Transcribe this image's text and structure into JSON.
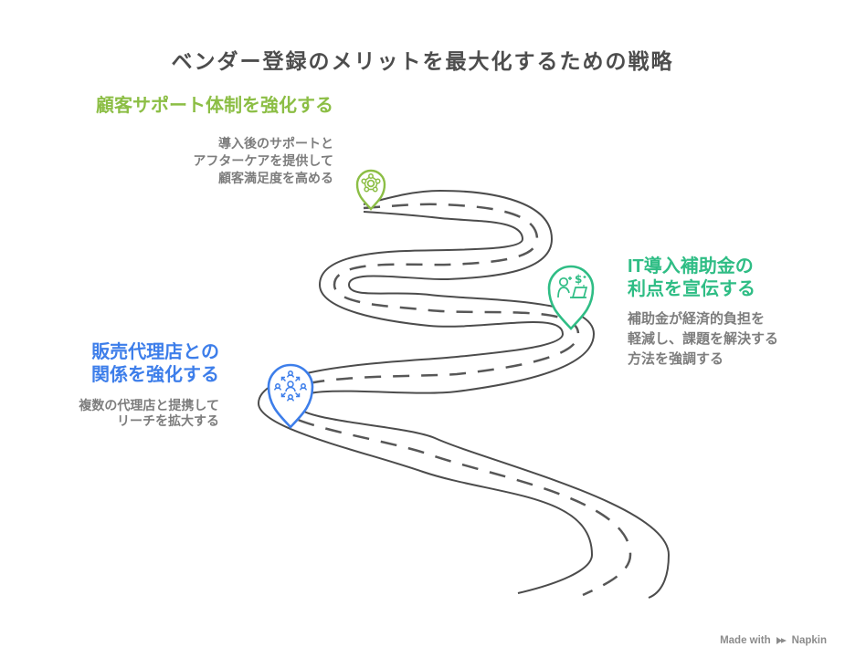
{
  "title": "ベンダー登録のメリットを最大化するための戦略",
  "milestones": [
    {
      "id": "customer-support",
      "heading_lines": [
        "顧客サポート体制を強化する"
      ],
      "desc_lines": [
        "導入後のサポートと",
        "アフターケアを提供して",
        "顧客満足度を高める"
      ],
      "accent_color": "#8CBE45",
      "icon": "hub-network-icon"
    },
    {
      "id": "it-subsidy",
      "heading_lines": [
        "IT導入補助金の",
        "利点を宣伝する"
      ],
      "desc_lines": [
        "補助金が経済的負担を",
        "軽減し、課題を解決する",
        "方法を強調する"
      ],
      "accent_color": "#2FBD85",
      "icon": "person-laptop-dollar-icon"
    },
    {
      "id": "sales-agents",
      "heading_lines": [
        "販売代理店との",
        "関係を強化する"
      ],
      "desc_lines": [
        "複数の代理店と提携して",
        "リーチを拡大する"
      ],
      "accent_color": "#3D7EEA",
      "icon": "distribution-network-icon"
    }
  ],
  "road": {
    "edge_color": "#4c4c4c",
    "dash_color": "#575757"
  },
  "text_colors": {
    "title": "#4d4d4d",
    "description": "#7d7d7d"
  },
  "watermark": {
    "made_with": "Made with",
    "brand": "Napkin",
    "color": "#8c8c8c"
  }
}
